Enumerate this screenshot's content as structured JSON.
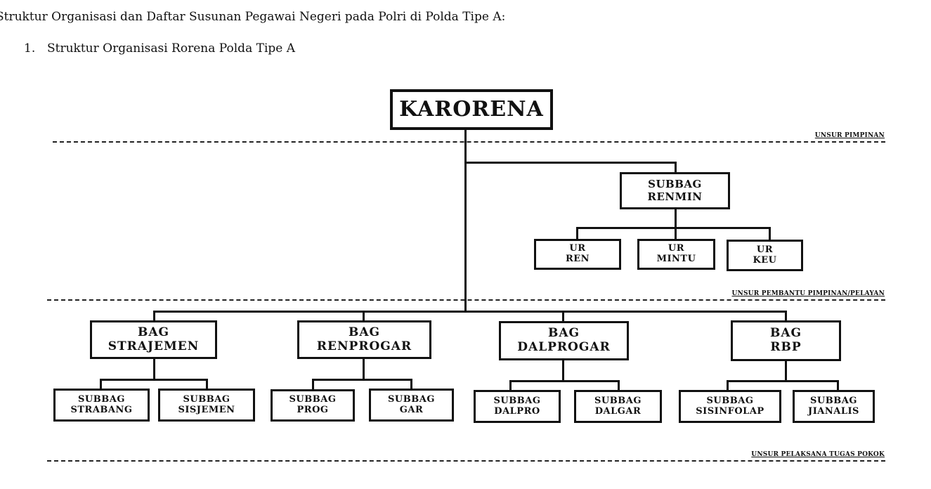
{
  "heading": "Struktur Organisasi dan Daftar Susunan Pegawai Negeri pada Polri di Polda Tipe A:",
  "subheading": {
    "number": "1.",
    "text": "Struktur Organisasi Rorena Polda Tipe A"
  },
  "zones": {
    "pimpinan": "UNSUR PIMPINAN",
    "pembantu": "UNSUR  PEMBANTU PIMPINAN/PELAYAN",
    "pelaksana": "UNSUR PELAKSANA TUGAS POKOK"
  },
  "units": {
    "karorena": [
      "KARORENA"
    ],
    "subbag_renmin": [
      "SUBBAG",
      "RENMIN"
    ],
    "ur_ren": [
      "UR",
      "REN"
    ],
    "ur_mintu": [
      "UR",
      "MINTU"
    ],
    "ur_keu": [
      "UR",
      "KEU"
    ],
    "bag_strajemen": [
      "BAG",
      "STRAJEMEN"
    ],
    "bag_renprogar": [
      "BAG",
      "RENPROGAR"
    ],
    "bag_dalprogar": [
      "BAG",
      "DALPROGAR"
    ],
    "bag_rbp": [
      "BAG",
      "RBP"
    ],
    "subbag_strabang": [
      "SUBBAG",
      "STRABANG"
    ],
    "subbag_sisjemen": [
      "SUBBAG",
      "SISJEMEN"
    ],
    "subbag_prog": [
      "SUBBAG",
      "PROG"
    ],
    "subbag_gar": [
      "SUBBAG",
      "GAR"
    ],
    "subbag_dalpro": [
      "SUBBAG",
      "DALPRO"
    ],
    "subbag_dalgar": [
      "SUBBAG",
      "DALGAR"
    ],
    "subbag_sisinfolap": [
      "SUBBAG",
      "SISINFOLAP"
    ],
    "subbag_jianalis": [
      "SUBBAG",
      "JIANALIS"
    ]
  }
}
